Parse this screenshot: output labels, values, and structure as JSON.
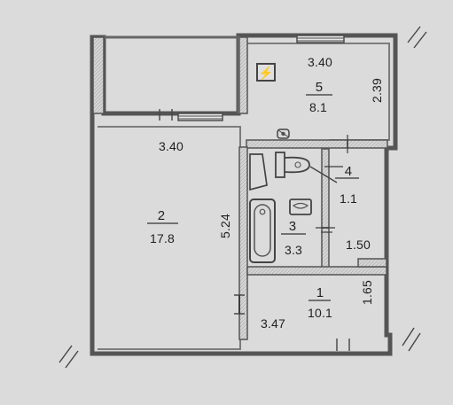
{
  "plan": {
    "rooms": [
      {
        "number": "5",
        "area": "8.1",
        "width": "3.40",
        "depth": "2.39"
      },
      {
        "number": "2",
        "area": "17.8",
        "width": "3.40",
        "depth": "5.24"
      },
      {
        "number": "4",
        "area": "1.1"
      },
      {
        "number": "3",
        "area": "3.3",
        "depth": "1.50"
      },
      {
        "number": "1",
        "area": "10.1",
        "width": "3.47",
        "depth": "1.65"
      }
    ],
    "symbols": {
      "electrical_panel": "⚡"
    }
  }
}
